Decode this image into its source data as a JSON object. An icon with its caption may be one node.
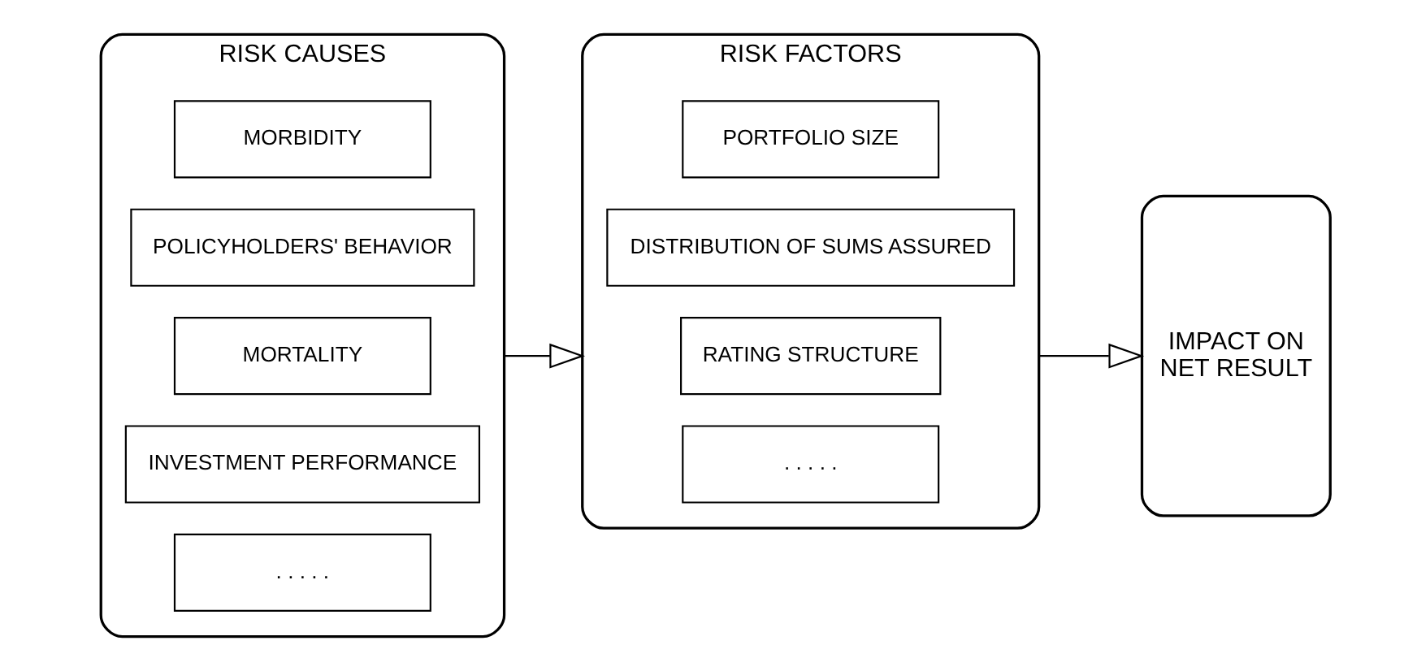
{
  "diagram": {
    "nodes": [
      {
        "text": [
          "RISK CAUSES"
        ]
      },
      {
        "text": [
          "MORBIDITY"
        ],
        "in": 0
      },
      {
        "text": [
          "POLICYHOLDERS' BEHAVIOR"
        ],
        "in": 0
      },
      {
        "text": [
          "MORTALITY"
        ],
        "in": 0
      },
      {
        "text": [
          "INVESTMENT PERFORMANCE"
        ],
        "in": 0
      },
      {
        "text": [
          ". . . . ."
        ],
        "in": 0
      },
      {
        "text": [
          "RISK FACTORS"
        ]
      },
      {
        "text": [
          "PORTFOLIO SIZE"
        ],
        "in": 6
      },
      {
        "text": [
          "DISTRIBUTION OF SUMS ASSURED"
        ],
        "in": 6
      },
      {
        "text": [
          "RATING STRUCTURE"
        ],
        "in": 6
      },
      {
        "text": [
          ". . . . ."
        ],
        "in": 6
      },
      {
        "text": [
          "IMPACT ON",
          "NET RESULT"
        ]
      }
    ],
    "edges": [
      {
        "from": 0,
        "to": 6,
        "arrow": "to"
      },
      {
        "from": 6,
        "to": 11,
        "arrow": "to"
      }
    ]
  }
}
